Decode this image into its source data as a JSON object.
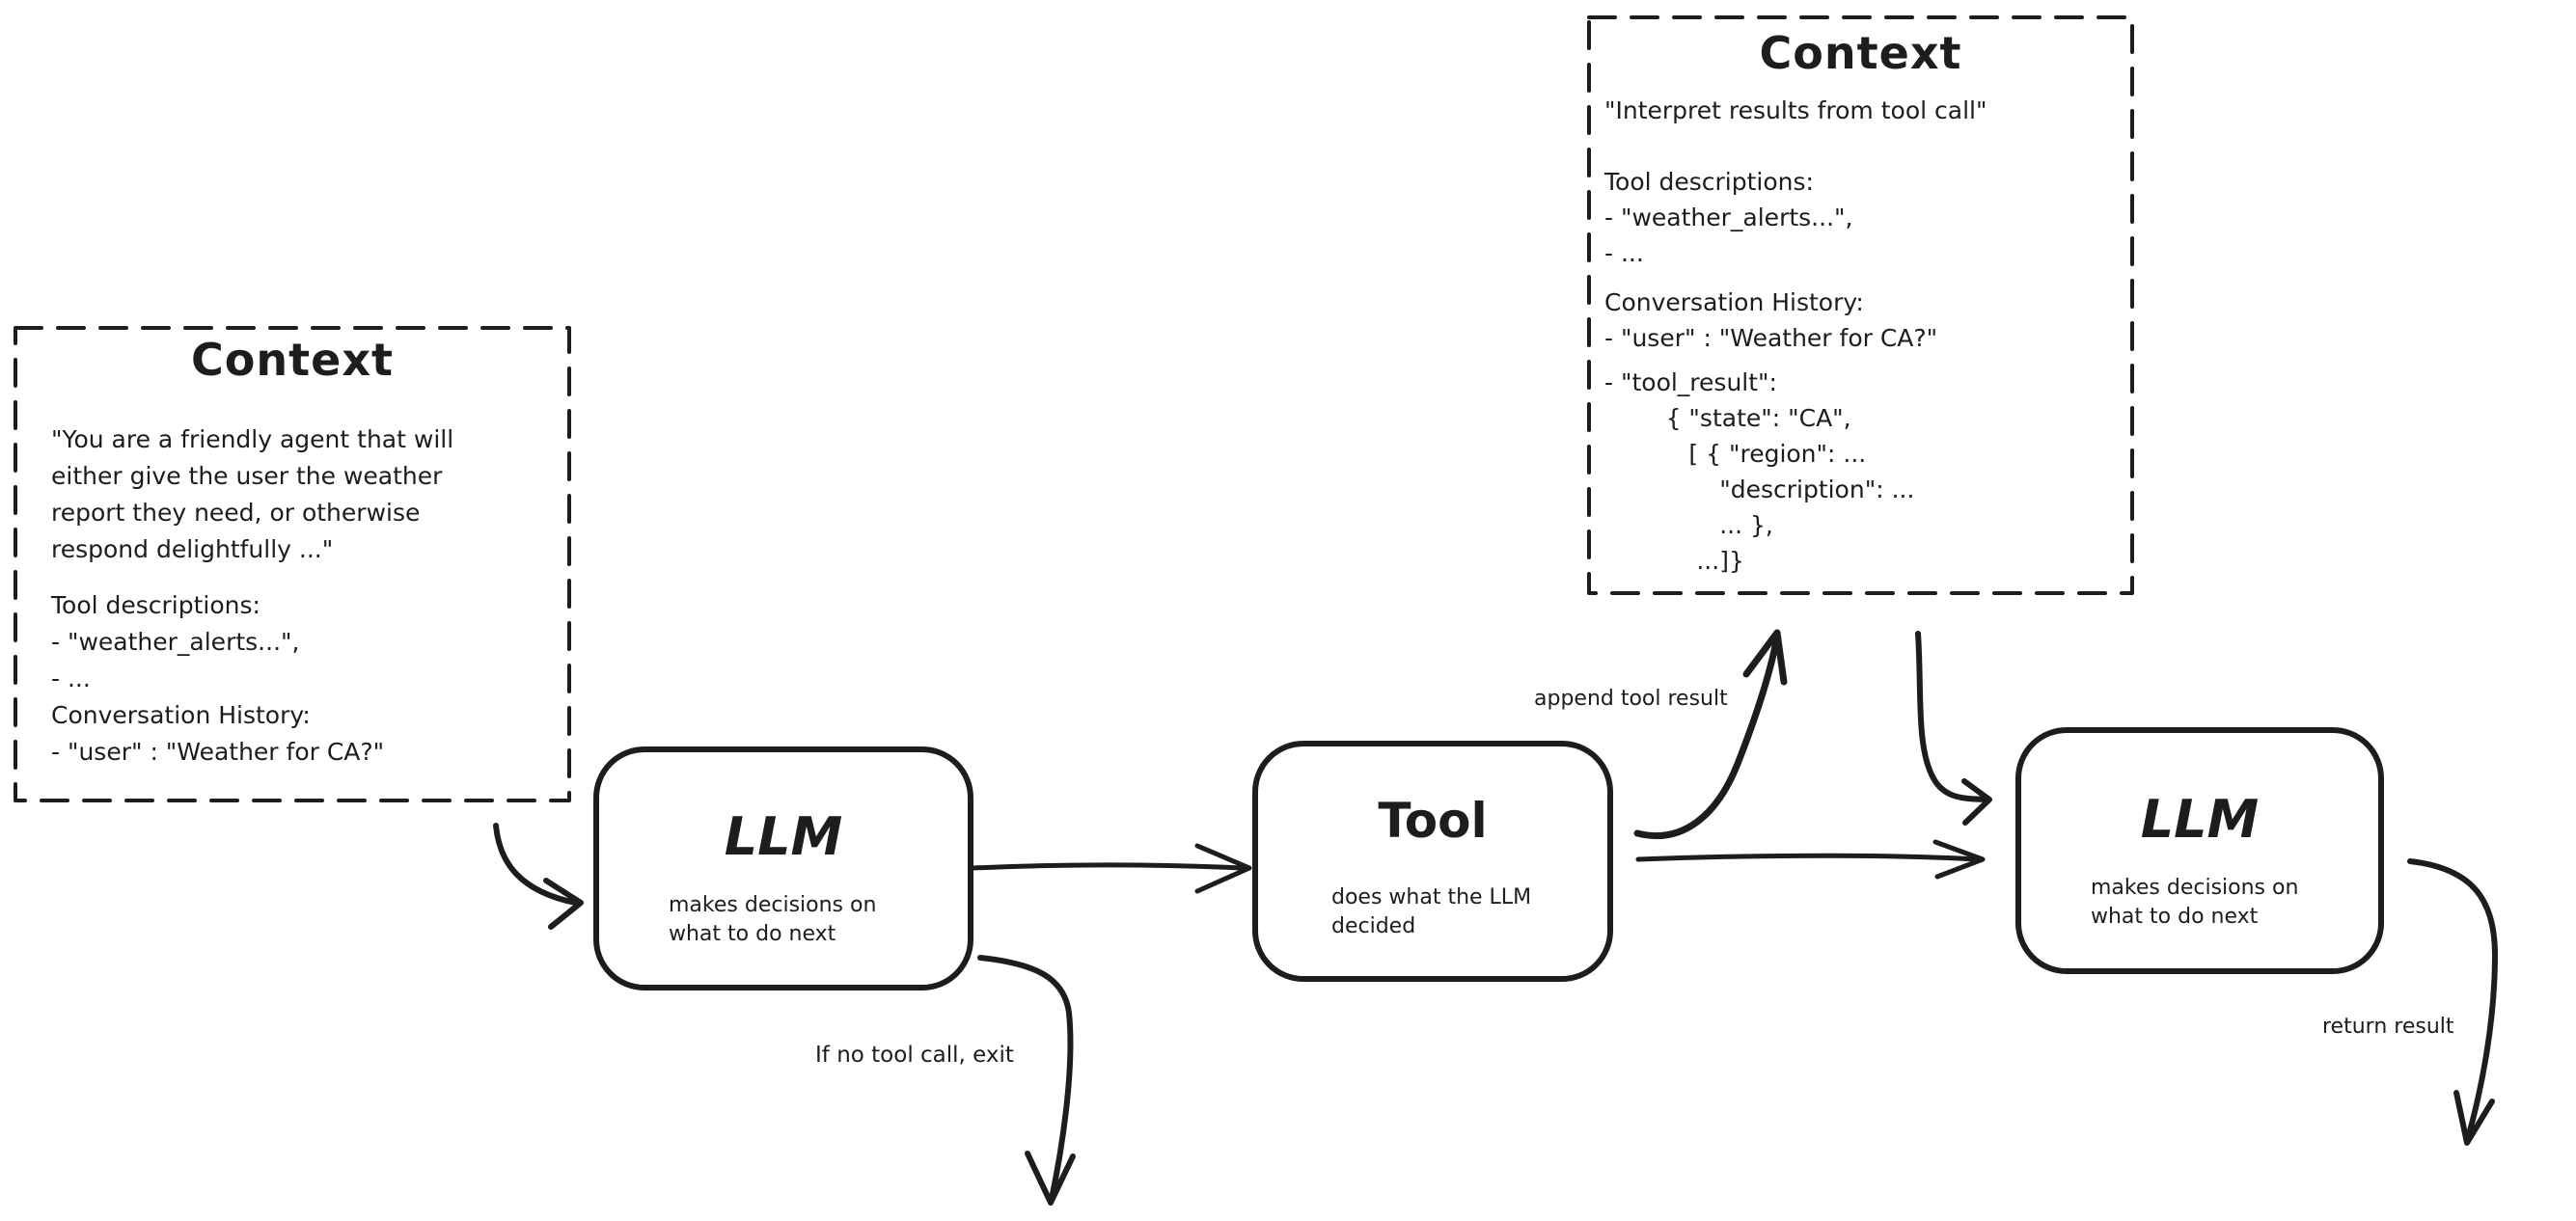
{
  "canvas": {
    "background": "#ffffff",
    "ink": "#1d1d1d"
  },
  "boxes": {
    "context_left": {
      "title": "Context",
      "paragraph": [
        "\"You are a friendly agent that will",
        "either give the user the weather",
        "report they need, or otherwise",
        "respond delightfully ...\""
      ],
      "tool_descriptions": [
        "Tool descriptions:",
        "- \"weather_alerts...\",",
        "- ..."
      ],
      "conversation_history": [
        "Conversation History:",
        "- \"user\" : \"Weather for CA?\""
      ]
    },
    "context_top_right": {
      "title": "Context",
      "intro": [
        "\"Interpret results from tool call\""
      ],
      "tool_descriptions": [
        "Tool descriptions:",
        "- \"weather_alerts...\",",
        "- ..."
      ],
      "conversation_history": [
        "Conversation History:",
        "- \"user\" : \"Weather for CA?\""
      ],
      "tool_result": [
        "- \"tool_result\":",
        "        { \"state\": \"CA\",",
        "           [ { \"region\": ...",
        "               \"description\": ...",
        "               ... },",
        "            ...]}"
      ]
    },
    "llm_first": {
      "title": "LLM",
      "subtitle": [
        "makes decisions on",
        "what to do next"
      ]
    },
    "tool": {
      "title": "Tool",
      "subtitle": [
        "does what the LLM",
        "decided"
      ]
    },
    "llm_second": {
      "title": "LLM",
      "subtitle": [
        "makes decisions on",
        "what to do next"
      ]
    }
  },
  "labels": {
    "append_tool_result": "append tool result",
    "if_no_tool_call_exit": "If no tool call, exit",
    "return_result": "return result"
  }
}
